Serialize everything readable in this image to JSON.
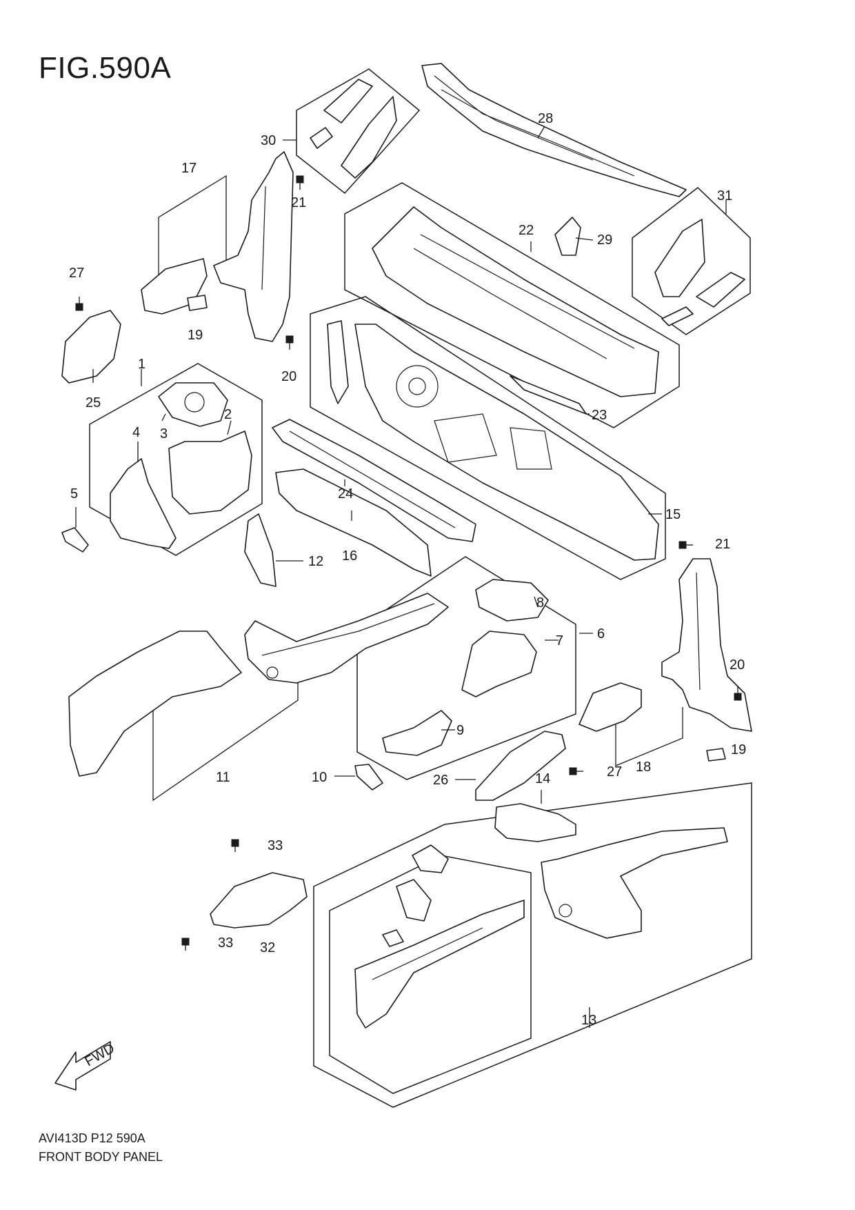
{
  "figure": {
    "title": "FIG.590A",
    "code": "AVI413D P12 590A",
    "name": "FRONT BODY PANEL",
    "direction_label": "FWD"
  },
  "callouts": [
    {
      "id": "c1",
      "label": "1"
    },
    {
      "id": "c2",
      "label": "2"
    },
    {
      "id": "c3",
      "label": "3"
    },
    {
      "id": "c4",
      "label": "4"
    },
    {
      "id": "c5",
      "label": "5"
    },
    {
      "id": "c6",
      "label": "6"
    },
    {
      "id": "c7",
      "label": "7"
    },
    {
      "id": "c8",
      "label": "8"
    },
    {
      "id": "c9",
      "label": "9"
    },
    {
      "id": "c10",
      "label": "10"
    },
    {
      "id": "c11",
      "label": "11"
    },
    {
      "id": "c12",
      "label": "12"
    },
    {
      "id": "c13",
      "label": "13"
    },
    {
      "id": "c14",
      "label": "14"
    },
    {
      "id": "c15",
      "label": "15"
    },
    {
      "id": "c16",
      "label": "16"
    },
    {
      "id": "c17",
      "label": "17"
    },
    {
      "id": "c18",
      "label": "18"
    },
    {
      "id": "c19a",
      "label": "19"
    },
    {
      "id": "c19b",
      "label": "19"
    },
    {
      "id": "c20a",
      "label": "20"
    },
    {
      "id": "c20b",
      "label": "20"
    },
    {
      "id": "c21a",
      "label": "21"
    },
    {
      "id": "c21b",
      "label": "21"
    },
    {
      "id": "c22",
      "label": "22"
    },
    {
      "id": "c23",
      "label": "23"
    },
    {
      "id": "c24",
      "label": "24"
    },
    {
      "id": "c25",
      "label": "25"
    },
    {
      "id": "c26",
      "label": "26"
    },
    {
      "id": "c27a",
      "label": "27"
    },
    {
      "id": "c27b",
      "label": "27"
    },
    {
      "id": "c28",
      "label": "28"
    },
    {
      "id": "c29",
      "label": "29"
    },
    {
      "id": "c30",
      "label": "30"
    },
    {
      "id": "c31",
      "label": "31"
    },
    {
      "id": "c32",
      "label": "32"
    },
    {
      "id": "c33a",
      "label": "33"
    },
    {
      "id": "c33b",
      "label": "33"
    }
  ]
}
